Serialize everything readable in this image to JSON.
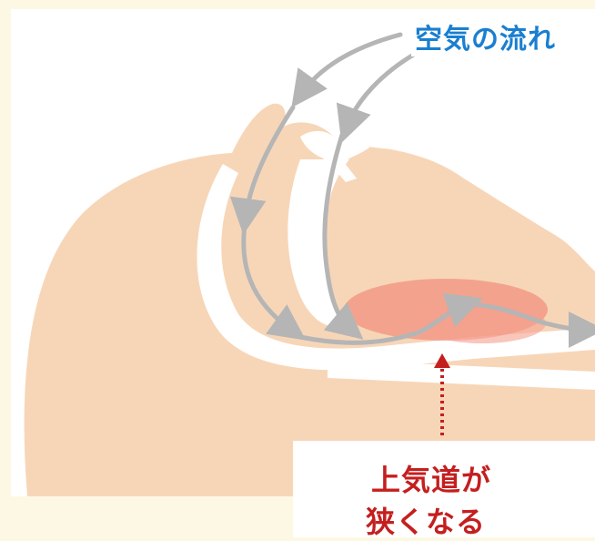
{
  "labels": {
    "airflow": "空気の流れ",
    "narrowing_line1": "上気道が",
    "narrowing_line2": "狭くなる"
  },
  "colors": {
    "background": "#fdf8e4",
    "skin": "#f7d6b8",
    "airway": "#ffffff",
    "arrow": "#b5b5b5",
    "narrowing_highlight": "#f07a6a",
    "narrowing_arrow": "#c41f1f",
    "airflow_text": "#1a7fd0",
    "narrowing_text": "#c41f1f"
  },
  "icons": [
    "airflow-arrow-icon",
    "narrowing-pointer-arrow-icon"
  ]
}
